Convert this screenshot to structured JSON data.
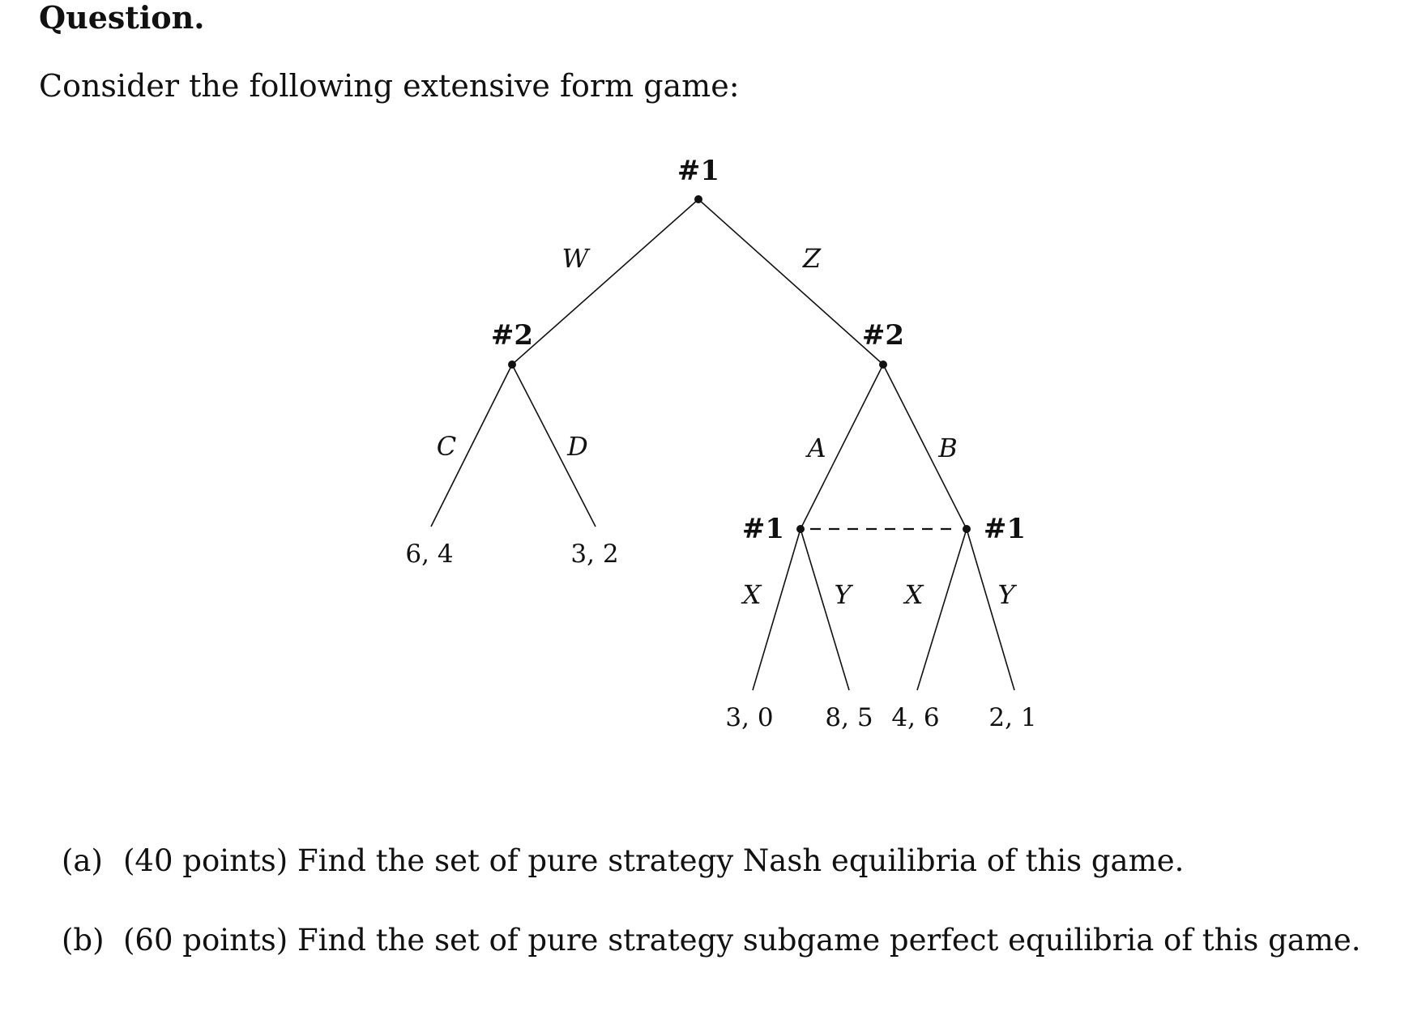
{
  "heading": "Question.",
  "intro": "Consider the following extensive form game:",
  "tree": {
    "players": {
      "root": "#1",
      "left_node": "#2",
      "right_node": "#2",
      "info_left": "#1",
      "info_right": "#1"
    },
    "actions": {
      "root_left": "W",
      "root_right": "Z",
      "left_node_left": "C",
      "left_node_right": "D",
      "right_node_left": "A",
      "right_node_right": "B",
      "info_left_left": "X",
      "info_left_right": "Y",
      "info_right_left": "X",
      "info_right_right": "Y"
    },
    "payoffs": {
      "C": "6, 4",
      "D": "3, 2",
      "AX": "3, 0",
      "AY": "8, 5",
      "BX": "4, 6",
      "BY": "2, 1"
    }
  },
  "questions": [
    {
      "label": "(a)",
      "text": "(40 points) Find the set of pure strategy Nash equilibria of this game."
    },
    {
      "label": "(b)",
      "text": "(60 points) Find the set of pure strategy subgame perfect equilibria of this game."
    }
  ]
}
